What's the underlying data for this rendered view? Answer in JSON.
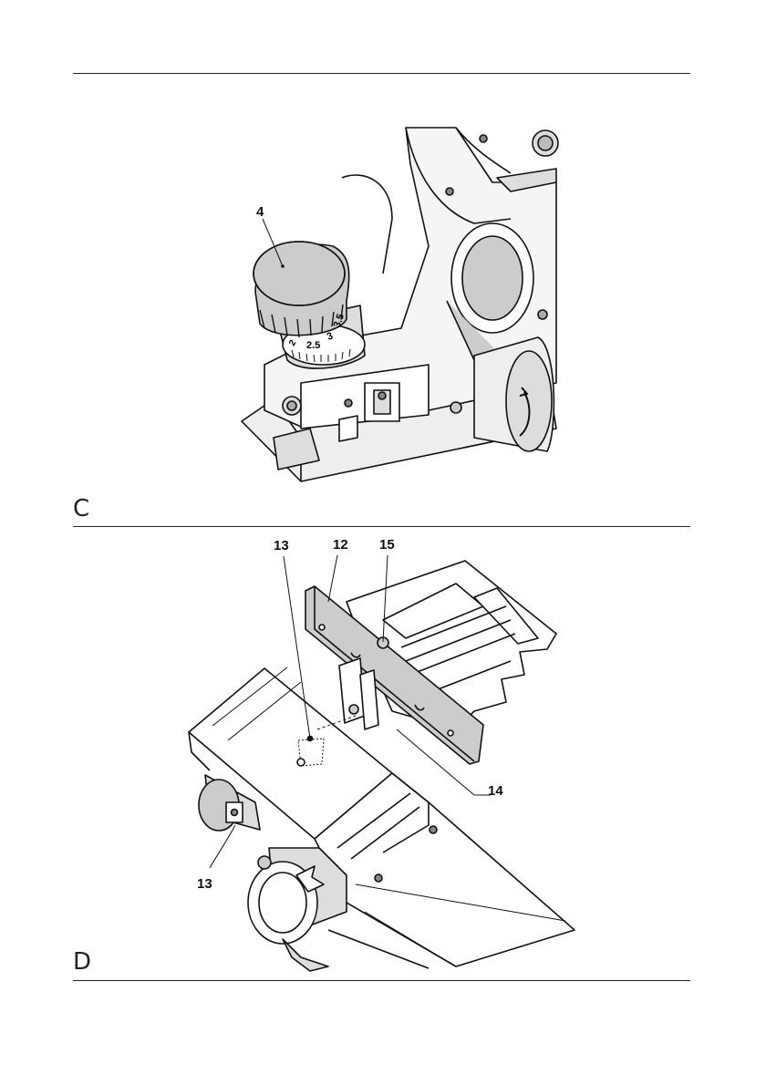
{
  "figure_c": {
    "letter": "C",
    "callouts": {
      "knob": "4"
    },
    "scale_labels": [
      "2",
      "2.5",
      "3",
      "3.5"
    ]
  },
  "figure_d": {
    "letter": "D",
    "callouts": {
      "top_13": "13",
      "guide_12": "12",
      "screw_15": "15",
      "rail_14": "14",
      "bottom_13": "13"
    }
  }
}
